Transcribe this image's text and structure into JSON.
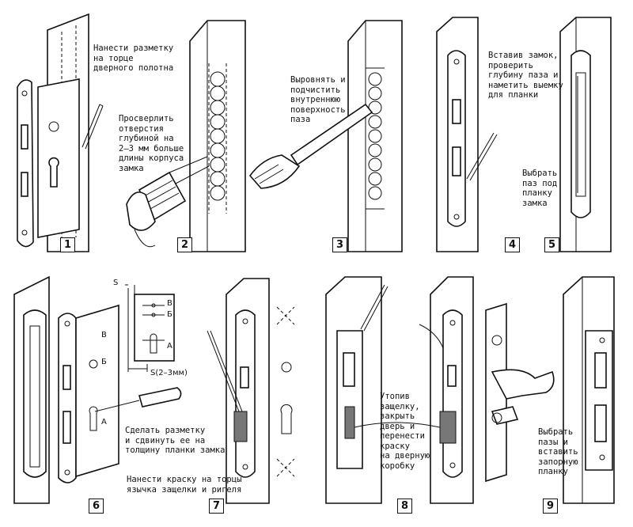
{
  "colors": {
    "ink": "#111111",
    "paper": "#ffffff"
  },
  "steps": [
    {
      "number": "1",
      "text": "Нанести разметку\nна торце\nдверного полотна"
    },
    {
      "number": "2",
      "text": "Просверлить\nотверстия\nглубиной на\n2–3 мм больше\nдлины корпуса\nзамка"
    },
    {
      "number": "3",
      "text": "Выровнять и\nподчистить\nвнутреннюю\nповерхность\nпаза"
    },
    {
      "number": "4",
      "text": "Вставив замок,\nпроверить\nглубину паза и\nнаметить выемку\nдля планки"
    },
    {
      "number": "5",
      "text": "Выбрать\nпаз под\nпланку\nзамка"
    },
    {
      "number": "6",
      "text": "Сделать разметку\nи сдвинуть ее на\nтолщину планки замка"
    },
    {
      "number": "7",
      "text": "Нанести краску на торцы\nязычка защелки и ригеля"
    },
    {
      "number": "8",
      "text": "Утопив\nзащелку,\nзакрыть\nдверь и\nперенести\nкраску\nна дверную\nкоробку"
    },
    {
      "number": "9",
      "text": "Выбрать\nпазы и\nвставить\nзапорную\nпланку"
    }
  ],
  "detail_labels": {
    "s_top": "S",
    "s_gap": "S(2–3мм)",
    "b": "В",
    "bb": "Б",
    "a": "А"
  },
  "lock_labels": {
    "b": "В",
    "bb": "Б",
    "a": "А"
  }
}
